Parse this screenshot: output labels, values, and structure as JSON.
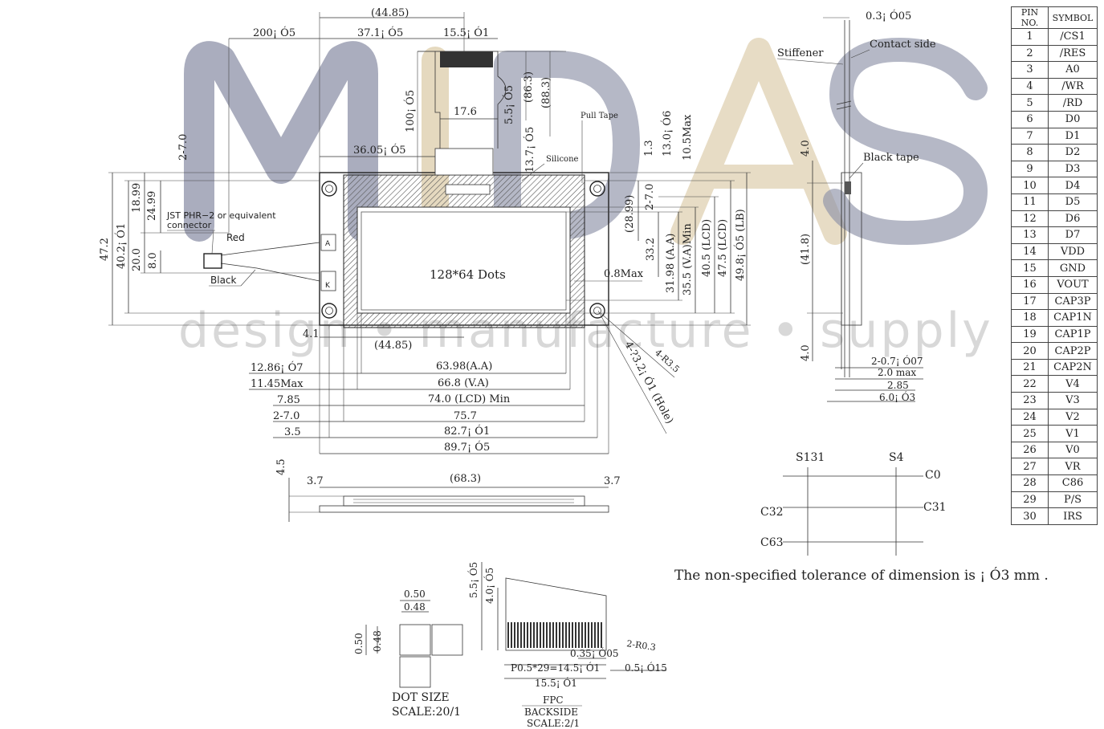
{
  "watermark": {
    "logo_text": "MIDAS",
    "tagline": "design • manufacture • supply"
  },
  "pin_table": {
    "headers": [
      "PIN NO.",
      "SYMBOL"
    ],
    "rows": [
      [
        "1",
        "/CS1"
      ],
      [
        "2",
        "/RES"
      ],
      [
        "3",
        "A0"
      ],
      [
        "4",
        "/WR"
      ],
      [
        "5",
        "/RD"
      ],
      [
        "6",
        "D0"
      ],
      [
        "7",
        "D1"
      ],
      [
        "8",
        "D2"
      ],
      [
        "9",
        "D3"
      ],
      [
        "10",
        "D4"
      ],
      [
        "11",
        "D5"
      ],
      [
        "12",
        "D6"
      ],
      [
        "13",
        "D7"
      ],
      [
        "14",
        "VDD"
      ],
      [
        "15",
        "GND"
      ],
      [
        "16",
        "VOUT"
      ],
      [
        "17",
        "CAP3P"
      ],
      [
        "18",
        "CAP1N"
      ],
      [
        "19",
        "CAP1P"
      ],
      [
        "20",
        "CAP2P"
      ],
      [
        "21",
        "CAP2N"
      ],
      [
        "22",
        "V4"
      ],
      [
        "23",
        "V3"
      ],
      [
        "24",
        "V2"
      ],
      [
        "25",
        "V1"
      ],
      [
        "26",
        "V0"
      ],
      [
        "27",
        "VR"
      ],
      [
        "28",
        "C86"
      ],
      [
        "29",
        "P/S"
      ],
      [
        "30",
        "IRS"
      ]
    ]
  },
  "dims_top": {
    "d44_85": "(44.85)",
    "d200": "200¡ Ó5",
    "d37_1": "37.1¡ Ó5",
    "d15_5": "15.5¡ Ó1",
    "d100": "100¡ Ó5",
    "d17_6": "17.6",
    "d5_5": "5.5¡ Ó5",
    "d86_3": "(86.3)",
    "d88_3": "(88.3)",
    "d36_05": "36.05¡ Ó5",
    "d13_7": "13.7¡ Ó5",
    "d2_7": "2-7.0",
    "pull_tape": "Pull Tape",
    "silicone": "Silicone",
    "d1_3": "1.3",
    "d13_0": "13.0¡ Ó6",
    "d10_5": "10.5Max"
  },
  "dims_left": {
    "d47_2": "47.2",
    "d40_2": "40.2¡ Ó1",
    "d20_0": "20.0",
    "d18_99": "18.99",
    "d24_99": "24.99",
    "d8_0": "8.0",
    "jst1": "JST PHR−2 or equivalent",
    "jst2": "connector",
    "red": "Red",
    "black": "Black",
    "pin_a": "A",
    "pin_k": "K"
  },
  "dims_right": {
    "d2_7": "2-7.0",
    "d28_99": "(28.99)",
    "d33_2": "33.2",
    "d31_98": "31.98 (A.A)",
    "d35_5": "35.5 (V.A)Min",
    "d40_5": "40.5 (LCD)",
    "d47_5": "47.5 (LCD)",
    "d49_8": "49.8¡ Ó5 (LB)",
    "d0_8": "0.8Max",
    "hole": "4-?3.2¡ Ó1 (Hole)",
    "r35": "4-R3.5"
  },
  "display_label": "128*64 Dots",
  "dims_bottom": {
    "d4_1": "4.1",
    "d44_85": "(44.85)",
    "d12_86": "12.86¡ Ó7",
    "d11_45": "11.45Max",
    "d7_85": "7.85",
    "d2_7": "2-7.0",
    "d3_5": "3.5",
    "d63_98": "63.98(A.A)",
    "d66_8": "66.8 (V.A)",
    "d74_0": "74.0 (LCD) Min",
    "d75_7": "75.7",
    "d82_7": "82.7¡ Ó1",
    "d89_7": "89.7¡ Ó5"
  },
  "side_view": {
    "d4_5": "4.5",
    "d3_7a": "3.7",
    "d68_3": "(68.3)",
    "d3_7b": "3.7"
  },
  "right_view": {
    "d0_3": "0.3¡ Ó05",
    "stiffener": "Stiffener",
    "contact": "Contact side",
    "black_tape": "Black tape",
    "d4_0a": "4.0",
    "d41_8": "(41.8)",
    "d4_0b": "4.0",
    "d2_0_7": "2-0.7¡ Ó07",
    "d2_0": "2.0 max",
    "d2_85": "2.85",
    "d6_0": "6.0¡ Ó3"
  },
  "scan_diagram": {
    "s131": "S131",
    "s4": "S4",
    "c0": "C0",
    "c32": "C32",
    "c31": "C31",
    "c63": "C63"
  },
  "tolerance_note": "The non-specified tolerance of dimension is ¡ Ó3 mm .",
  "dot_detail": {
    "w1": "0.50",
    "w2": "0.48",
    "h1": "0.50",
    "h2": "0.48",
    "title": "DOT SIZE",
    "scale": "SCALE:20/1"
  },
  "fpc_detail": {
    "d5_5": "5.5¡ Ó5",
    "d4_0": "4.0¡ Ó5",
    "r": "2-R0.3",
    "d0_35": "0.35¡ Ó05",
    "pitch": "P0.5*29=14.5¡ Ó1",
    "d0_5": "0.5¡ Ó15",
    "d15_5": "15.5¡ Ó1",
    "title1": "FPC",
    "title2": "BACKSIDE",
    "scale": "SCALE:2/1"
  }
}
